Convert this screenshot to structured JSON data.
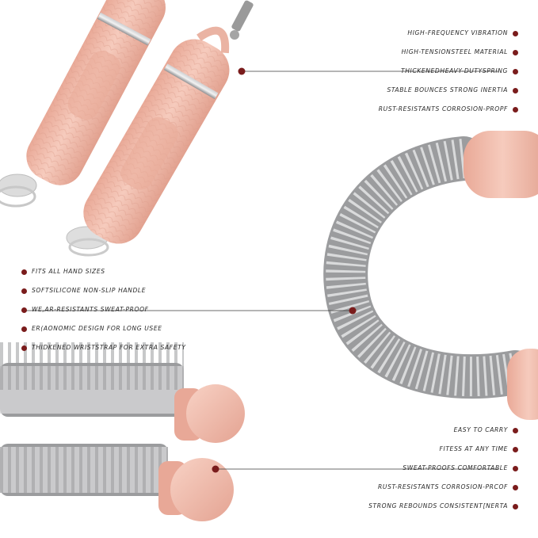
{
  "colors": {
    "accent_dot": "#7a1c1c",
    "handle_pink": "#efb8a8",
    "spring_steel": "#9b9c9e",
    "background": "#ffffff"
  },
  "features": {
    "group_top_right": [
      "HIGH-FREQUENCY VIBRATION",
      "HIGH-TENSIONSTEEL MATERIAL",
      "THICKENEDHEAVY-DUTYSPRING",
      "STABLE BOUNCES STRONG INERTIA",
      "RUST-RESISTANTS CORROSION-PROPF"
    ],
    "group_middle_left": [
      "FITS ALL HAND SIZES",
      "SOFTSILICONE NON-SLIP HANDLE",
      "WE,AR-RESISTANTS SWEAT-PROOF",
      "ER(AONOMIC DESIGN FOR LONG USEE",
      "THIDKENED WRISTSTRAP FOR EXTRA SAFETY"
    ],
    "group_bottom_right": [
      "EASY TO CARRY",
      "FITESS AT ANY TIME",
      "SWEAT-PROOFS COMFORTABLE",
      "RUST-RESISTANTS CORROSION-PRCOF",
      "STRONG REBOUNDS CONSISTENT[NERTA"
    ]
  }
}
